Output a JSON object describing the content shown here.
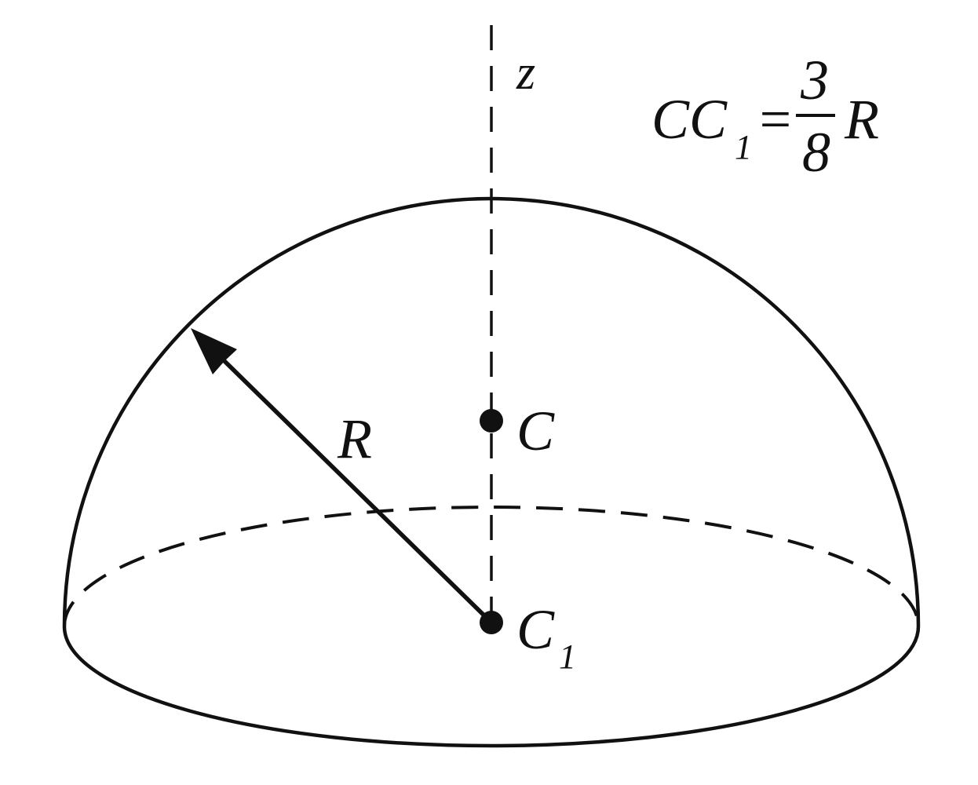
{
  "labels": {
    "axis": "z",
    "radius": "R",
    "center_of_mass": "C",
    "base_center": "C",
    "base_center_sub": "1"
  },
  "formula": {
    "lhs_main": "CC",
    "lhs_sub": "1",
    "equals": "=",
    "numerator": "3",
    "denominator": "8",
    "trailing": "R"
  },
  "colors": {
    "stroke": "#111111",
    "background": "#ffffff"
  }
}
